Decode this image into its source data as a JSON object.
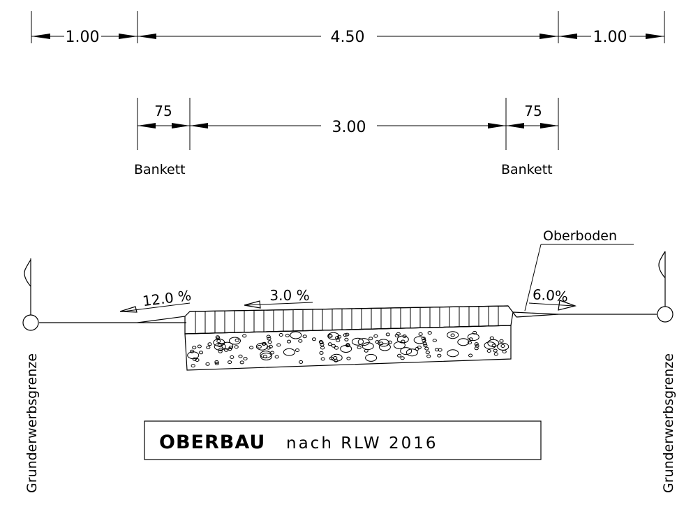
{
  "dimensions": {
    "top": {
      "left": "1.00",
      "middle": "4.50",
      "right": "1.00"
    },
    "second": {
      "left": "75",
      "middle": "3.00",
      "right": "75"
    }
  },
  "labels": {
    "bankett_left": "Bankett",
    "bankett_right": "Bankett",
    "oberboden": "Oberboden",
    "grunderwerb_left": "Grunderwerbsgrenze",
    "grunderwerb_right": "Grunderwerbsgrenze"
  },
  "slopes": {
    "left": "12.0 %",
    "center": "3.0 %",
    "right": "6.0%"
  },
  "title": {
    "main": "OBERBAU",
    "sub": "nach RLW 2016"
  }
}
